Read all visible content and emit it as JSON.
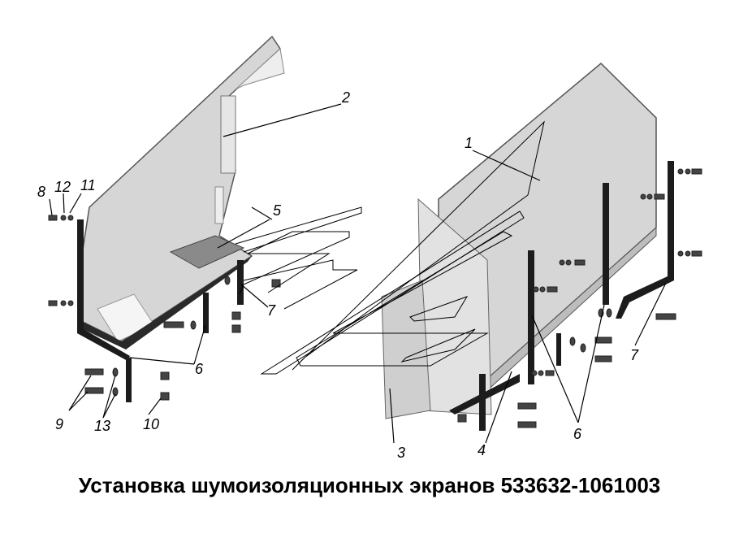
{
  "title": "Установка шумоизоляционных экранов 533632-1061003",
  "callouts": {
    "c1": "1",
    "c2": "2",
    "c3": "3",
    "c4": "4",
    "c5": "5",
    "c6a": "6",
    "c6b": "6",
    "c7a": "7",
    "c7b": "7",
    "c8": "8",
    "c9": "9",
    "c10": "10",
    "c11": "11",
    "c12": "12",
    "c13": "13"
  },
  "colors": {
    "panel": "#d8d8d8",
    "panel_edge": "#505050",
    "strip": "#1a1a1a",
    "line": "#000000"
  }
}
